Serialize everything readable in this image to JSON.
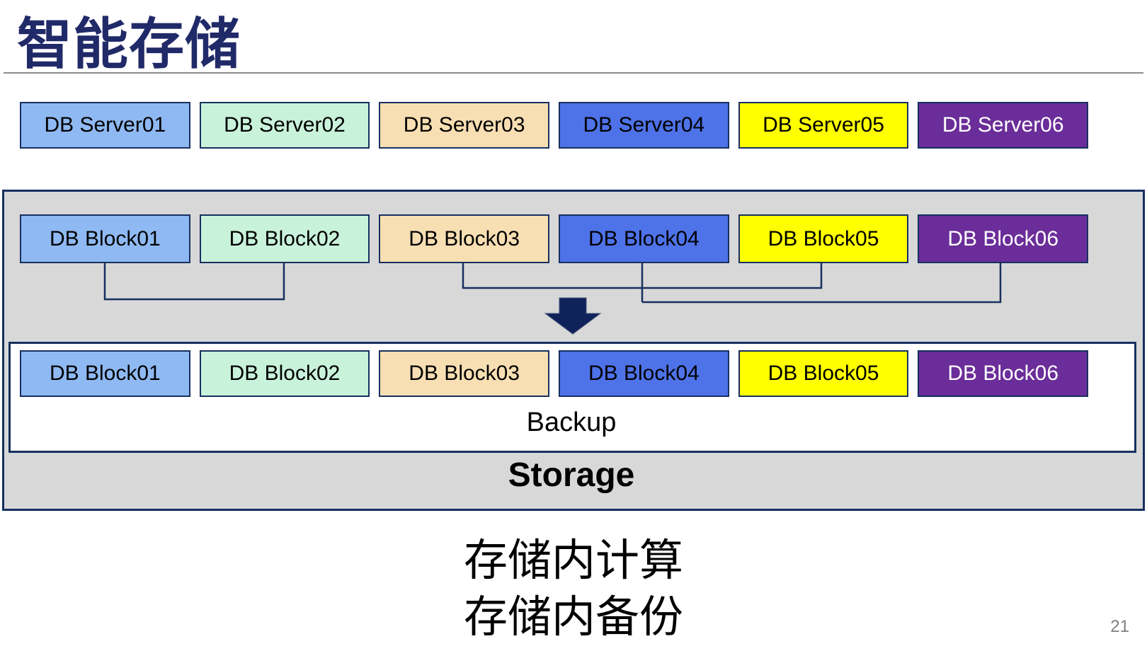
{
  "page": {
    "title": "智能存储",
    "page_number": "21",
    "annotation_lines": [
      "存储内计算",
      "存储内备份"
    ]
  },
  "server_row": [
    {
      "label": "DB Server01",
      "fill": "#8FB9F2",
      "text_color": "#000000"
    },
    {
      "label": "DB Server02",
      "fill": "#C9F2DA",
      "text_color": "#000000"
    },
    {
      "label": "DB Server03",
      "fill": "#F8DFB3",
      "text_color": "#000000"
    },
    {
      "label": "DB Server04",
      "fill": "#4E72E8",
      "text_color": "#000000"
    },
    {
      "label": "DB Server05",
      "fill": "#FFFF00",
      "text_color": "#000000"
    },
    {
      "label": "DB Server06",
      "fill": "#6B2D99",
      "text_color": "#FFFFFF"
    }
  ],
  "storage": {
    "label": "Storage",
    "backup_label": "Backup",
    "blocks_top": [
      {
        "label": "DB Block01",
        "fill": "#8FB9F2",
        "text_color": "#000000"
      },
      {
        "label": "DB Block02",
        "fill": "#C9F2DA",
        "text_color": "#000000"
      },
      {
        "label": "DB Block03",
        "fill": "#F8DFB3",
        "text_color": "#000000"
      },
      {
        "label": "DB Block04",
        "fill": "#4E72E8",
        "text_color": "#000000"
      },
      {
        "label": "DB Block05",
        "fill": "#FFFF00",
        "text_color": "#000000"
      },
      {
        "label": "DB Block06",
        "fill": "#6B2D99",
        "text_color": "#FFFFFF"
      }
    ],
    "blocks_bottom": [
      {
        "label": "DB Block01",
        "fill": "#8FB9F2",
        "text_color": "#000000"
      },
      {
        "label": "DB Block02",
        "fill": "#C9F2DA",
        "text_color": "#000000"
      },
      {
        "label": "DB Block03",
        "fill": "#F8DFB3",
        "text_color": "#000000"
      },
      {
        "label": "DB Block04",
        "fill": "#4E72E8",
        "text_color": "#000000"
      },
      {
        "label": "DB Block05",
        "fill": "#FFFF00",
        "text_color": "#000000"
      },
      {
        "label": "DB Block06",
        "fill": "#6B2D99",
        "text_color": "#FFFFFF"
      }
    ],
    "connections": [
      {
        "group": [
          "DB Block01",
          "DB Block02"
        ]
      },
      {
        "group": [
          "DB Block03",
          "DB Block04",
          "DB Block05"
        ]
      },
      {
        "group": [
          "DB Block04",
          "DB Block06"
        ]
      }
    ]
  },
  "colors": {
    "outline_navy": "#17305F",
    "arrow_navy": "#0F2259",
    "storage_bg": "#D8D8D8",
    "title_navy": "#212A68",
    "divider_gray": "#8C8C8C",
    "page_number_gray": "#7F7F7F"
  }
}
